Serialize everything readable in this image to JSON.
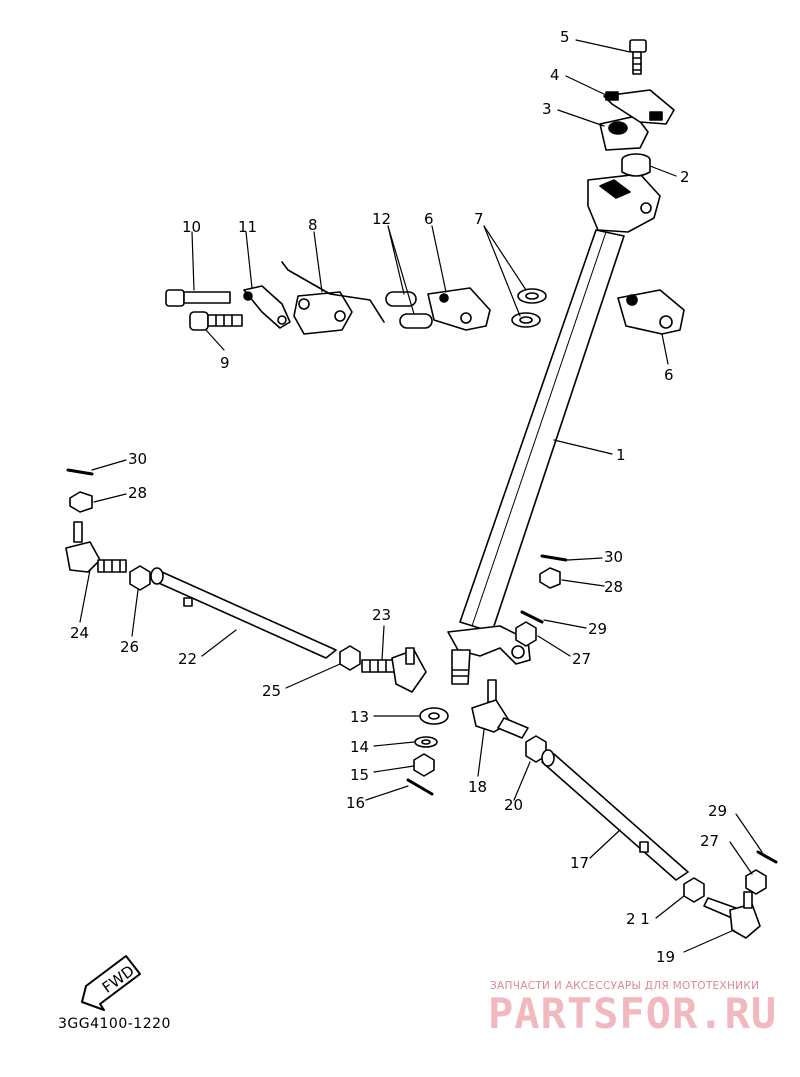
{
  "diagram": {
    "callouts": {
      "p1": "1",
      "p2": "2",
      "p3": "3",
      "p4": "4",
      "p5": "5",
      "p6a": "6",
      "p6b": "6",
      "p7": "7",
      "p8": "8",
      "p9": "9",
      "p10": "10",
      "p11": "11",
      "p12": "12",
      "p13": "13",
      "p14": "14",
      "p15": "15",
      "p16": "16",
      "p17": "17",
      "p18": "18",
      "p19": "19",
      "p20": "20",
      "p21": "2 1",
      "p22": "22",
      "p23": "23",
      "p24": "24",
      "p25": "25",
      "p26": "26",
      "p27a": "27",
      "p27b": "27",
      "p28a": "28",
      "p28b": "28",
      "p29a": "29",
      "p29b": "29",
      "p30a": "30",
      "p30b": "30"
    },
    "fwd_label": "FWD",
    "drawing_code": "3GG4100-1220"
  },
  "watermark": {
    "tagline": "ЗАПЧАСТИ И АКСЕССУАРЫ ДЛЯ МОТОТЕХНИКИ",
    "brand": "PARTSFOR.RU",
    "color": "#f1b9be"
  }
}
